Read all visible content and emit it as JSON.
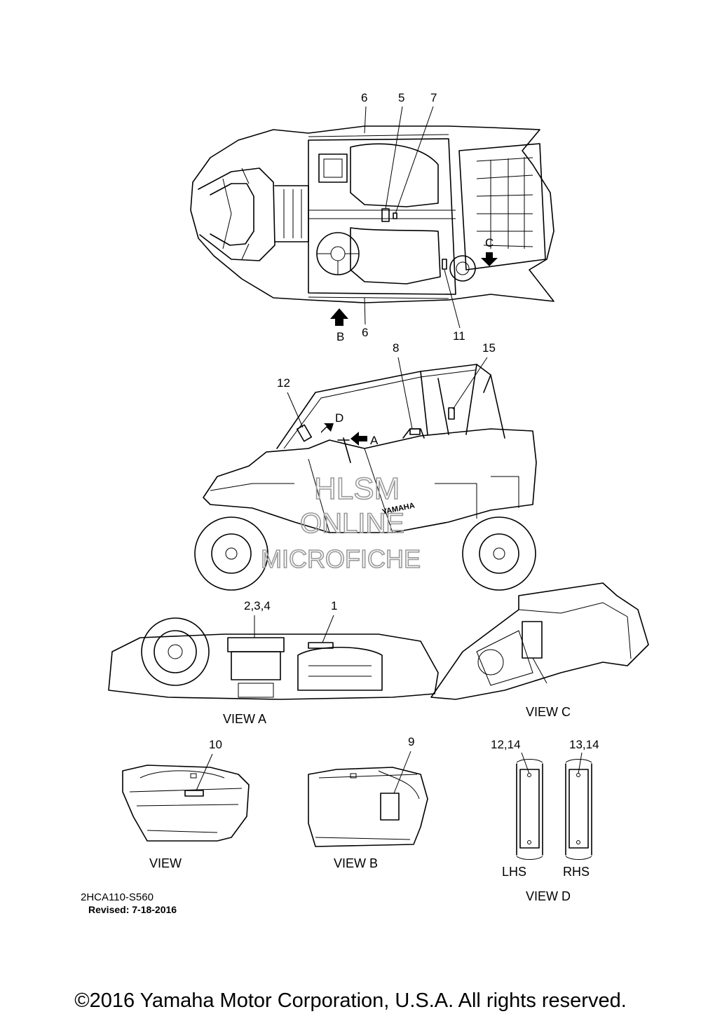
{
  "top_view": {
    "callouts": [
      "6",
      "5",
      "7",
      "C",
      "B",
      "6",
      "11"
    ]
  },
  "side_view": {
    "callouts": [
      "12",
      "D",
      "A",
      "8",
      "15"
    ]
  },
  "watermark": {
    "line1": "HLSM",
    "line2": "ONLINE",
    "line3": "MICROFICHE",
    "brand_badge": "YAMAHA"
  },
  "view_a": {
    "title": "VIEW A",
    "callouts": [
      "2,3,4",
      "1"
    ]
  },
  "view_c": {
    "title": "VIEW C"
  },
  "view_10": {
    "title": "VIEW",
    "callouts": [
      "10"
    ]
  },
  "view_b": {
    "title": "VIEW  B",
    "callouts": [
      "9"
    ]
  },
  "view_d": {
    "title": "VIEW D",
    "callouts": [
      "12,14",
      "13,14"
    ],
    "sides": [
      "LHS",
      "RHS"
    ]
  },
  "footer": {
    "diagram_code": "2HCA110-S560",
    "revised": "Revised: 7-18-2016",
    "copyright": "©2016 Yamaha Motor Corporation, U.S.A. All rights reserved."
  }
}
